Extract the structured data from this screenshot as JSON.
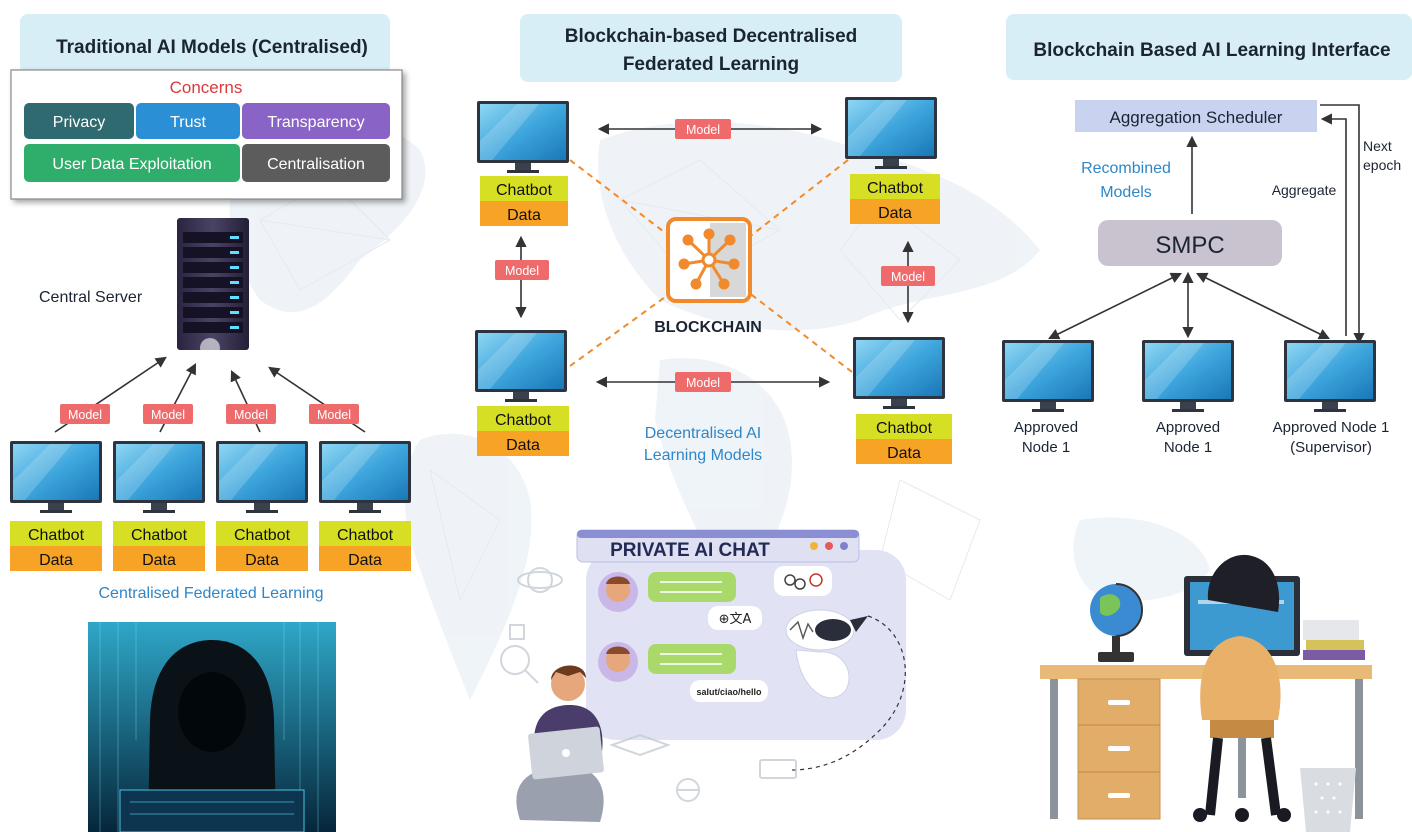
{
  "sections": {
    "traditional": {
      "title": "Traditional AI Models (Centralised)",
      "concerns_title": "Concerns",
      "concerns": [
        "Privacy",
        "Trust",
        "Transparency",
        "User Data Exploitation",
        "Centralisation"
      ],
      "server_label": "Central Server",
      "caption": "Centralised Federated Learning"
    },
    "decentralised": {
      "title_line1": "Blockchain-based Decentralised",
      "title_line2": "Federated Learning",
      "hub_label": "BLOCKCHAIN",
      "caption_line1": "Decentralised AI",
      "caption_line2": "Learning Models"
    },
    "interface": {
      "title": "Blockchain Based AI Learning Interface",
      "scheduler": "Aggregation Scheduler",
      "recombined_line1": "Recombined",
      "recombined_line2": "Models",
      "aggregate": "Aggregate",
      "next_line1": "Next",
      "next_line2": "epoch",
      "smpc": "SMPC",
      "nodes": [
        {
          "line1": "Approved",
          "line2": "Node 1"
        },
        {
          "line1": "Approved",
          "line2": "Node 1"
        },
        {
          "line1": "Approved Node 1",
          "line2": "(Supervisor)"
        }
      ]
    }
  },
  "common": {
    "model_tag": "Model",
    "chatbot": "Chatbot",
    "data": "Data"
  },
  "chat_window": {
    "title": "PRIVATE AI CHAT",
    "translation_text": "salut/ciao/hello"
  },
  "colors": {
    "chatbot_bg": "#d6df23",
    "data_bg": "#f6a326",
    "model_tag_bg": "#ef6b6b",
    "header_bg": "#d8eef6",
    "privacy": "#2e6a6f",
    "trust": "#2b8fd6",
    "transparency": "#8a63c7",
    "user_data": "#2fae6b",
    "centralisation": "#5c5c5c",
    "smpc_bg": "#c9c2cf",
    "scheduler_bg": "#c9d2ef",
    "caption_blue": "#2f86c8",
    "blockchain_orange": "#f08a2c"
  }
}
